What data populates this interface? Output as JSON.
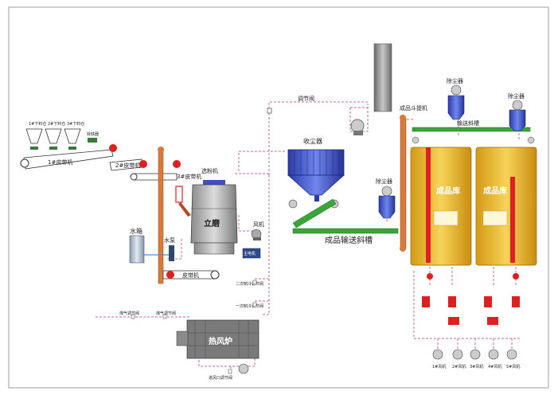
{
  "labels": {
    "bin1": "1#下料仓",
    "bin2": "2#下料仓",
    "bin3": "3#下料仓",
    "iron_remover": "除铁器",
    "belt1": "1#皮带机",
    "belt2": "2#皮带机",
    "belt3": "3#皮带机",
    "separator": "选粉机",
    "mill": "立磨",
    "water_tank": "水箱",
    "water_pump": "水泵",
    "fan": "风机",
    "motor": "主电机",
    "belt_bottom": "皮带机",
    "valve": "调节阀",
    "dust_collector": "收尘器",
    "product_chute": "成品输送斜槽",
    "elevator": "成品斗提机",
    "dedust1": "除尘器",
    "dedust2": "除尘器",
    "dedust3": "除尘器",
    "chute_top": "输送斜槽",
    "silo1": "成品库",
    "silo2": "成品库",
    "hot_stove": "热风炉",
    "secondary_valve": "二次制冷调节阀",
    "primary_valve": "一次制冷调节阀",
    "gas_valve1": "煤气调节阀",
    "gas_valve2": "煤气调节阀",
    "air_inlet_valve": "进风口调节阀",
    "fans_bottom": [
      "1#风机",
      "2#风机",
      "3#风机",
      "4#风机",
      "5#风机"
    ]
  },
  "colors": {
    "pipe": "#c86a9b",
    "elevator": "#d87a3a",
    "chute": "#3aa63a",
    "silo": "#e8b32a",
    "collector": "#3b4fc4",
    "stove": "#7a7a7a",
    "alarm": "#e02020"
  }
}
